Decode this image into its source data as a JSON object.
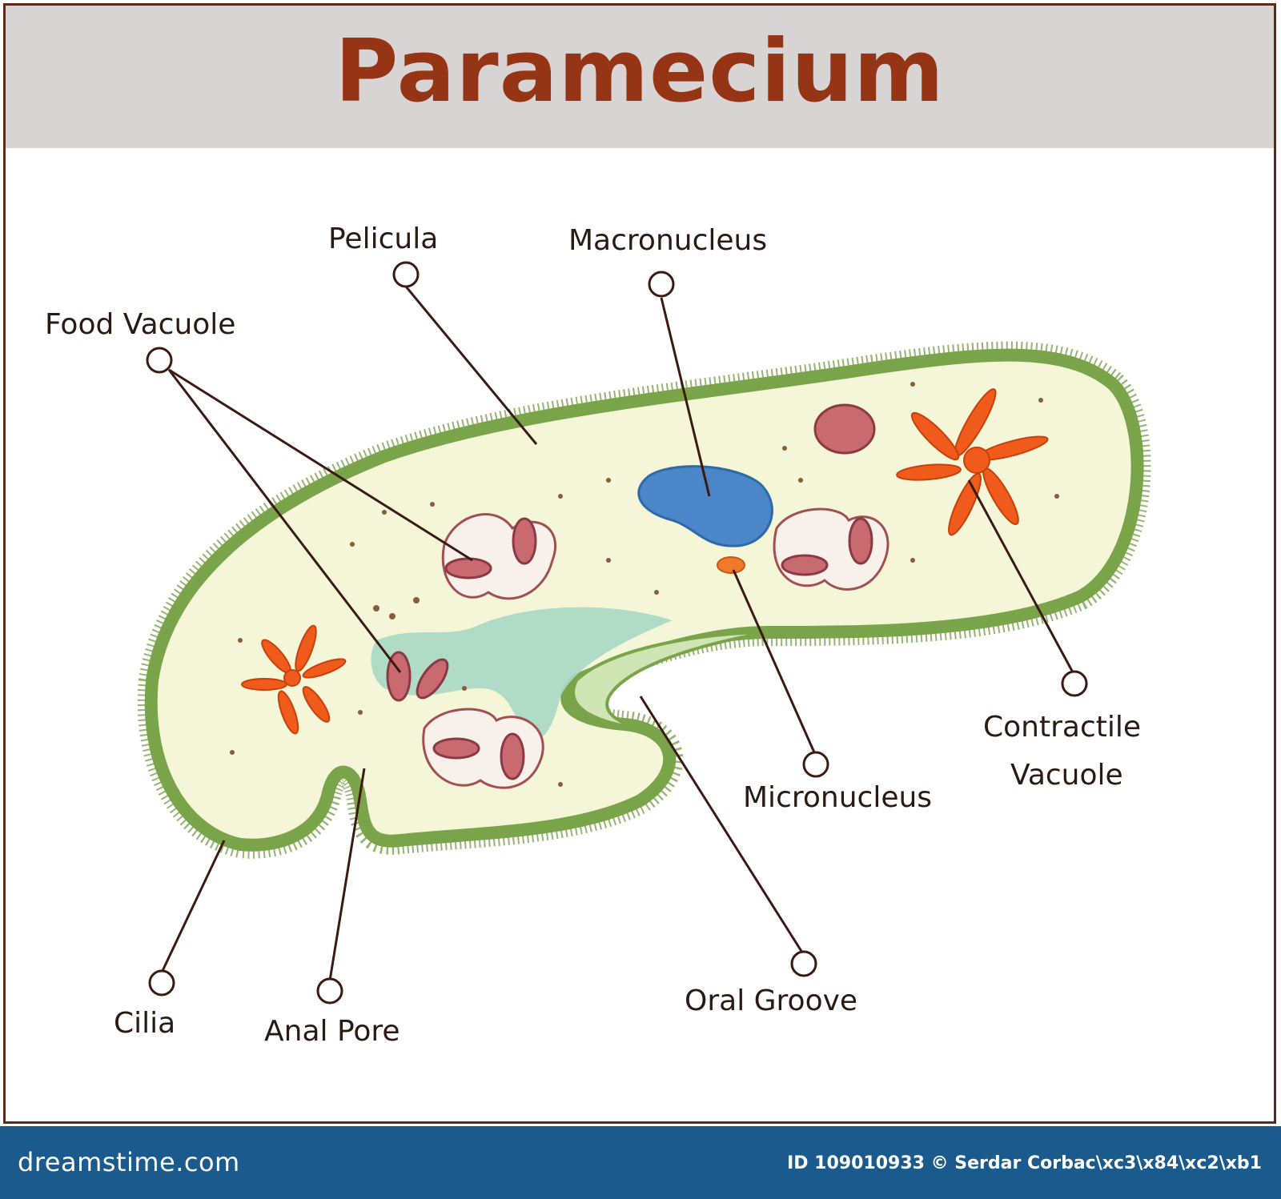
{
  "title": "Paramecium",
  "labels": {
    "pelicula": "Pelicula",
    "macronucleus": "Macronucleus",
    "food_vacuole": "Food Vacuole",
    "contractile_vacuole_1": "Contractile",
    "contractile_vacuole_2": "Vacuole",
    "micronucleus": "Micronucleus",
    "oral_groove": "Oral Groove",
    "cilia": "Cilia",
    "anal_pore": "Anal Pore"
  },
  "footer": {
    "site": "dreamstime.com",
    "credit": "ID 109010933 © Serdar Corbac\\xc3\\x84\\xc2\\xb1"
  },
  "colors": {
    "title": "#963516",
    "title_bar": "#d9d4d4",
    "frame": "#5a2a1c",
    "membrane": "#7aa44a",
    "cytoplasm": "#f5f6d8",
    "macronucleus": "#4a86c8",
    "micronucleus": "#f07a2a",
    "contractile_vacuole": "#f05a1a",
    "food_vacuole": "#c86a70",
    "oral_groove": "#a8d8c4",
    "footer": "#1b5a8c"
  }
}
